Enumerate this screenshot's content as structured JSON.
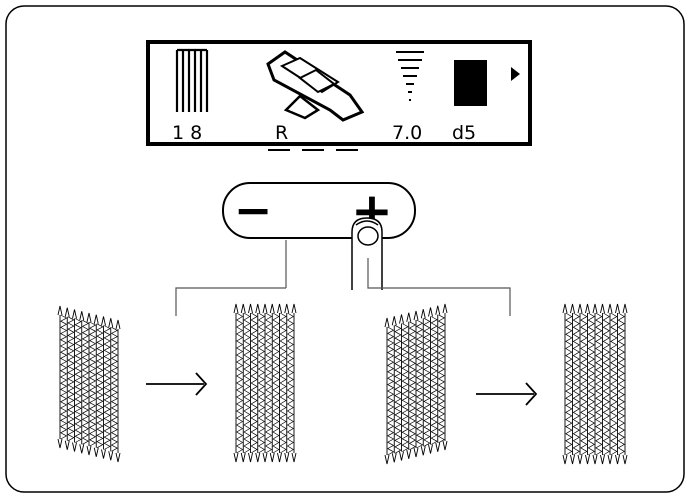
{
  "lcd": {
    "stitch_number": "18",
    "foot_code": "R",
    "tension": "7.0",
    "density": "d5",
    "icons": [
      "stitch-pattern-icon",
      "presser-foot-icon",
      "tension-icon",
      "density-block-icon",
      "next-arrow-icon"
    ]
  },
  "buttons": {
    "minus_label": "−",
    "plus_label": "+"
  },
  "examples": [
    {
      "name": "left-before",
      "slant": "left"
    },
    {
      "name": "left-after",
      "slant": "none"
    },
    {
      "name": "right-before",
      "slant": "right"
    },
    {
      "name": "right-after",
      "slant": "none"
    }
  ]
}
